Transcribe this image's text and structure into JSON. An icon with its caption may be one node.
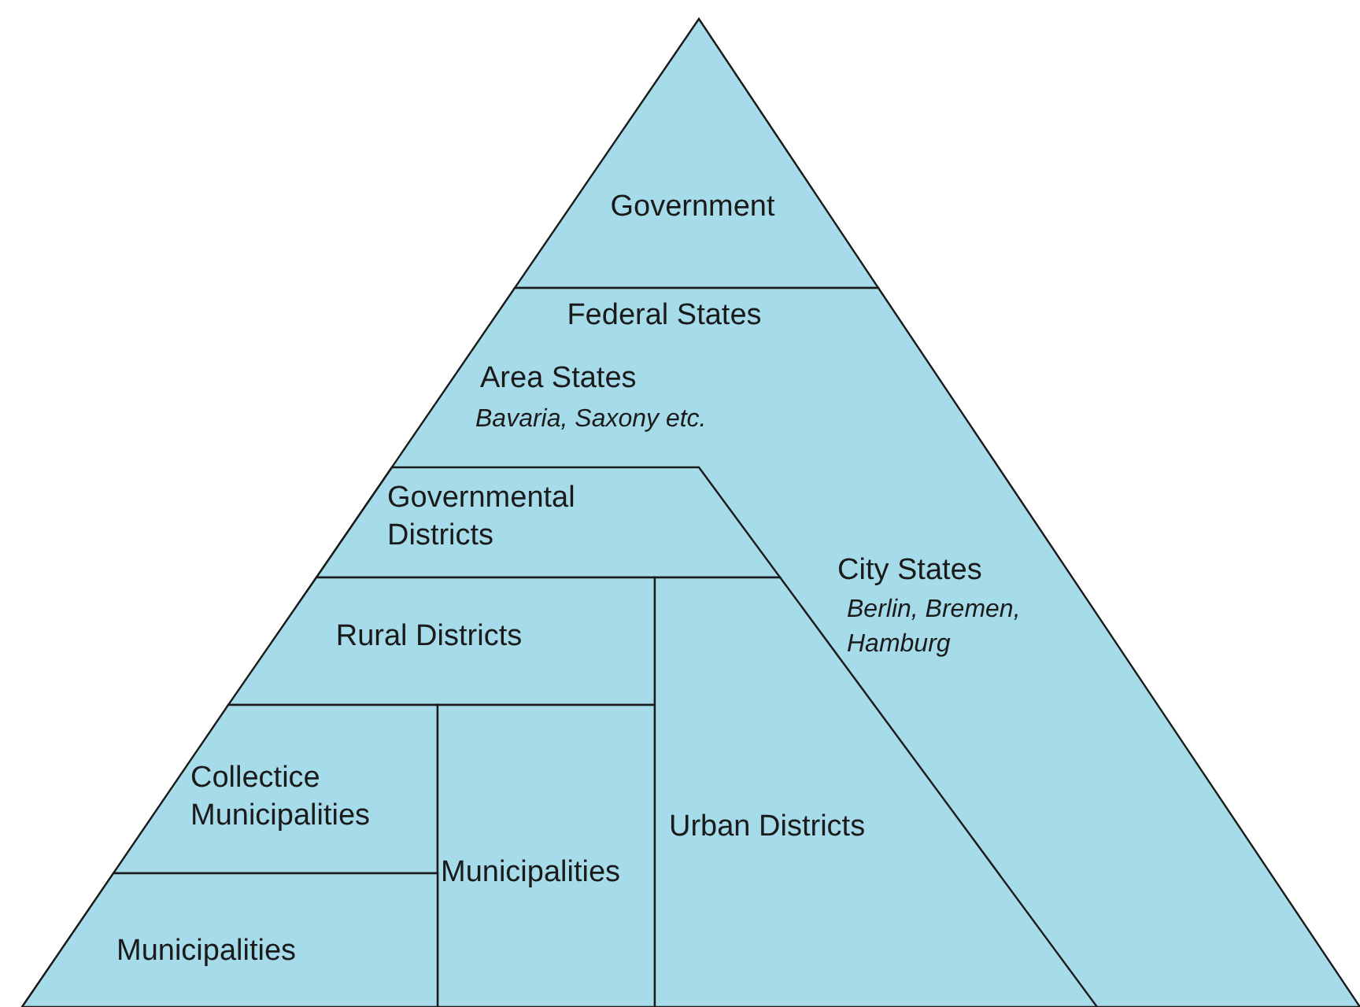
{
  "diagram": {
    "nodes": [
      {
        "text": [
          "Government"
        ]
      },
      {
        "text": [
          "Federal States"
        ]
      },
      {
        "text": [
          "Area States",
          "Bavaria, Saxony etc."
        ],
        "in": 1
      },
      {
        "text": [
          "Governmental Districts"
        ],
        "in": 1
      },
      {
        "text": [
          "City States",
          "Berlin, Bremen, Hamburg"
        ],
        "in": 1
      },
      {
        "text": [
          "Rural Districts"
        ],
        "in": 1
      },
      {
        "text": [
          "Collectice Municipalities"
        ],
        "in": 1
      },
      {
        "text": [
          "Municipalities"
        ],
        "in": 1
      },
      {
        "text": [
          "Urban Districts"
        ],
        "in": 1
      },
      {
        "text": [
          "Municipalities"
        ],
        "in": 1
      }
    ]
  }
}
